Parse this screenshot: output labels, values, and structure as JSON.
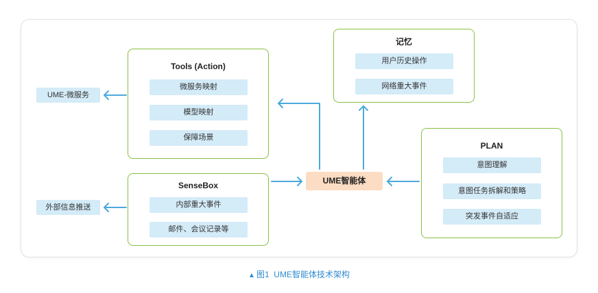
{
  "diagram": {
    "tools": {
      "title": "Tools (Action)",
      "items": [
        "微服务映射",
        "模型映射",
        "保障场景"
      ]
    },
    "sensebox": {
      "title": "SenseBox",
      "items": [
        "内部重大事件",
        "邮件、会议记录等"
      ]
    },
    "memory": {
      "title": "记忆",
      "items": [
        "用户历史操作",
        "网络重大事件"
      ]
    },
    "plan": {
      "title": "PLAN",
      "items": [
        "意图理解",
        "意图任务拆解和策略",
        "突发事件自适应"
      ]
    },
    "agent": {
      "label": "UME智能体"
    },
    "outputs": {
      "microservice": "UME-微服务",
      "external_push": "外部信息推送"
    }
  },
  "caption": {
    "marker": "▲",
    "text": "图1  UME智能体技术架构"
  },
  "colors": {
    "box_border": "#86c044",
    "item_fill": "#d4ebf8",
    "arrow": "#4aa9dd",
    "agent_fill": "#fcdcc3",
    "caption": "#2e8bcf"
  }
}
